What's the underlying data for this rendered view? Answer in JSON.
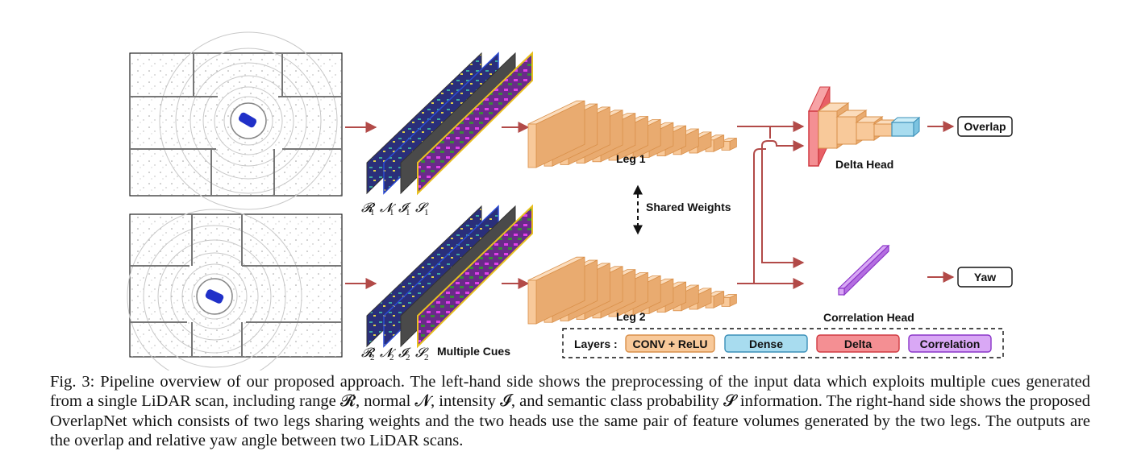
{
  "figure": {
    "legs": [
      {
        "label": "Leg 1"
      },
      {
        "label": "Leg 2"
      }
    ],
    "cue_sets": [
      {
        "symbols": [
          "𝓡",
          "𝓝",
          "𝓘",
          "𝓢"
        ],
        "subscript": "1"
      },
      {
        "symbols": [
          "𝓡",
          "𝓝",
          "𝓘",
          "𝓢"
        ],
        "subscript": "2"
      }
    ],
    "multiple_cues_label": "Multiple Cues",
    "shared_weights_label": "Shared Weights",
    "delta_head_label": "Delta Head",
    "correlation_head_label": "Correlation Head",
    "outputs": {
      "overlap": "Overlap",
      "yaw": "Yaw"
    },
    "legend": {
      "title": "Layers :",
      "items": [
        {
          "label": "CONV + ReLU",
          "color": "#f8c99a",
          "border": "#d9904a"
        },
        {
          "label": "Dense",
          "color": "#a8dcef",
          "border": "#3a8fb8"
        },
        {
          "label": "Delta",
          "color": "#f48f93",
          "border": "#d03a42"
        },
        {
          "label": "Correlation",
          "color": "#d9a8f5",
          "border": "#8a35c8"
        }
      ]
    },
    "colors": {
      "arrow": "#b24a48",
      "conv_face": "#f8c99a",
      "conv_edge": "#d9904a",
      "dense_face": "#a8dcef",
      "delta_face": "#f48f93",
      "correlation_face": "#d9a8f5"
    }
  },
  "caption": {
    "title": "Fig. 3:",
    "text": "Pipeline overview of our proposed approach. The left-hand side shows the preprocessing of the input data which exploits multiple cues generated from a single LiDAR scan, including range 𝓡, normal 𝓝, intensity 𝓘, and semantic class probability 𝓢 information. The right-hand side shows the proposed OverlapNet which consists of two legs sharing weights and the two heads use the same pair of feature volumes generated by the two legs. The outputs are the overlap and relative yaw angle between two LiDAR scans."
  }
}
